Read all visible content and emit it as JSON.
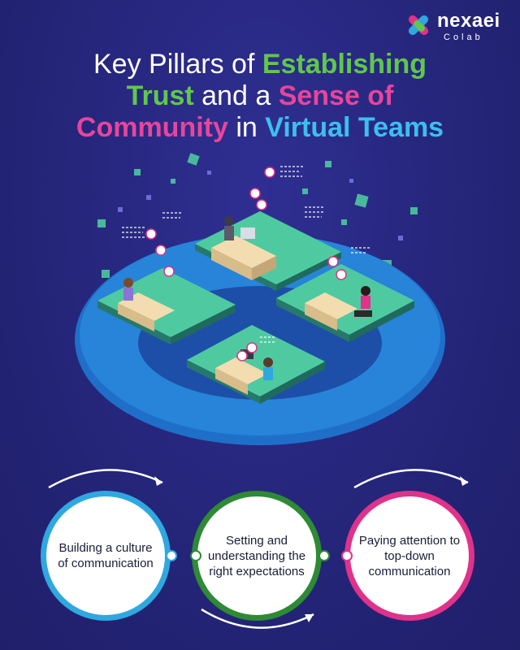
{
  "brand": {
    "name": "nexaei",
    "sub": "Colab",
    "colors": {
      "green": "#5fc84a",
      "pink": "#e0328a",
      "blue": "#2fa8e0",
      "dark_green": "#2e8a34"
    }
  },
  "headline": {
    "line1_a": "Key Pillars of ",
    "line1_b": "Establishing",
    "line2_a": "Trust",
    "line2_b": " and a ",
    "line2_c": "Sense of",
    "line3_a": "Community",
    "line3_b": " in ",
    "line3_c": "Virtual Teams"
  },
  "illustration": {
    "description_icon": "isometric-puzzle-office-illustration"
  },
  "pillars": [
    {
      "label": "Building a culture of communication",
      "color": "#2fa8e0"
    },
    {
      "label": "Setting and understanding the right expectations",
      "color": "#2e8a34"
    },
    {
      "label": "Paying attention to top-down communication",
      "color": "#e0328a"
    }
  ]
}
